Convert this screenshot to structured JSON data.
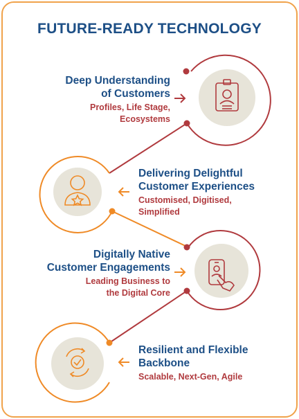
{
  "title": "FUTURE-READY TECHNOLOGY",
  "colors": {
    "navy": "#1d4f86",
    "crimson": "#b03a3e",
    "orange": "#ef8a26",
    "circle_fill": "#e7e4d9",
    "border": "#f0a24a"
  },
  "items": [
    {
      "heading_line1": "Deep Understanding",
      "heading_line2": "of Customers",
      "sub_line1": "Profiles, Life Stage,",
      "sub_line2": "Ecosystems",
      "icon": "id-badge-icon"
    },
    {
      "heading_line1": "Delivering Delightful",
      "heading_line2": "Customer Experiences",
      "sub_line1": "Customised, Digitised,",
      "sub_line2": "Simplified",
      "icon": "user-star-icon"
    },
    {
      "heading_line1": "Digitally Native",
      "heading_line2": "Customer Engagements",
      "sub_line1": "Leading Business to",
      "sub_line2": "the Digital Core",
      "icon": "phone-tap-icon"
    },
    {
      "heading_line1": "Resilient and Flexible",
      "heading_line2": "Backbone",
      "sub_line1": "Scalable, Next-Gen, Agile",
      "sub_line2": "",
      "icon": "cycle-check-icon"
    }
  ]
}
